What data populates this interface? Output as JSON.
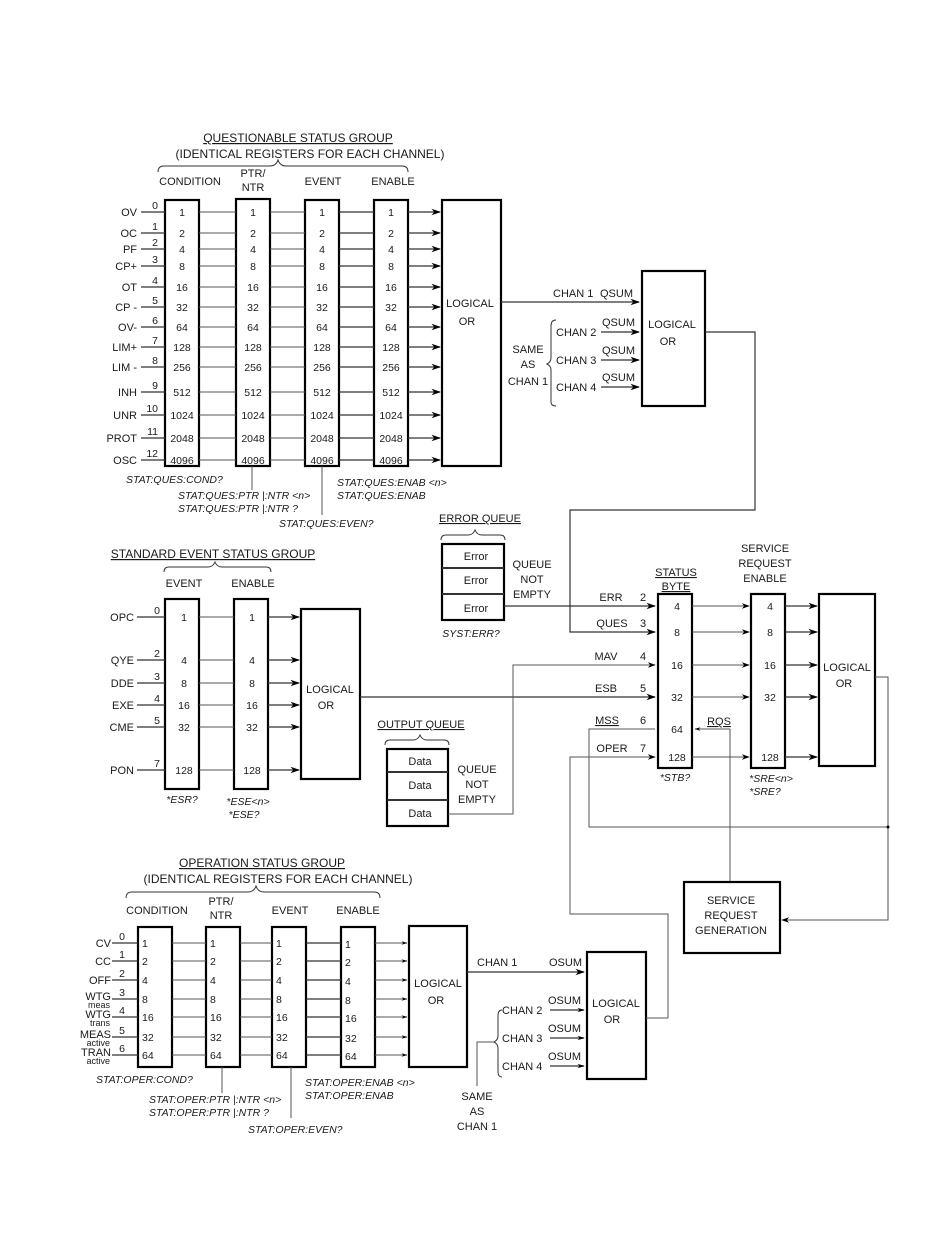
{
  "questionable": {
    "title": "QUESTIONABLE  STATUS GROUP",
    "subtitle": "(IDENTICAL REGISTERS FOR EACH CHANNEL)",
    "columns": [
      "CONDITION",
      "PTR/",
      "NTR",
      "EVENT",
      "ENABLE"
    ],
    "signals": [
      "OV",
      "OC",
      "PF",
      "CP+",
      "OT",
      "CP -",
      "OV-",
      "LIM+",
      "LIM -",
      "INH",
      "UNR",
      "PROT",
      "OSC"
    ],
    "bits": [
      "0",
      "1",
      "2",
      "3",
      "4",
      "5",
      "6",
      "7",
      "8",
      "9",
      "10",
      "11",
      "12"
    ],
    "values": [
      "1",
      "2",
      "4",
      "8",
      "16",
      "32",
      "64",
      "128",
      "256",
      "512",
      "1024",
      "2048",
      "4096"
    ],
    "or_label": [
      "LOGICAL",
      "OR"
    ],
    "cmd_cond": "STAT:QUES:COND?",
    "cmd_ptr_set": "STAT:QUES:PTR |:NTR <n>",
    "cmd_ptr_query": "STAT:QUES:PTR |:NTR ?",
    "cmd_even": "STAT:QUES:EVEN?",
    "cmd_enab_set": "STAT:QUES:ENAB <n>",
    "cmd_enab_query": "STAT:QUES:ENAB",
    "chan1": "CHAN 1",
    "sum": "QSUM",
    "chans": [
      "CHAN 2",
      "CHAN 3",
      "CHAN 4"
    ],
    "same_as": [
      "SAME",
      "AS",
      "CHAN 1"
    ],
    "or2_label": [
      "LOGICAL",
      "OR"
    ]
  },
  "error_queue": {
    "title": "ERROR QUEUE",
    "items": [
      "Error",
      "Error",
      "Error"
    ],
    "status": [
      "QUEUE",
      "NOT",
      "EMPTY"
    ],
    "cmd": "SYST:ERR?"
  },
  "standard_event": {
    "title": "STANDARD EVENT STATUS GROUP",
    "columns": [
      "EVENT",
      "ENABLE"
    ],
    "signals": [
      "OPC",
      "QYE",
      "DDE",
      "EXE",
      "CME",
      "PON"
    ],
    "bits": [
      "0",
      "2",
      "3",
      "4",
      "5",
      "7"
    ],
    "values": [
      "1",
      "4",
      "8",
      "16",
      "32",
      "128"
    ],
    "or_label": [
      "LOGICAL",
      "OR"
    ],
    "cmd_event": "*ESR?",
    "cmd_enable_set": "*ESE<n>",
    "cmd_enable_query": "*ESE?"
  },
  "output_queue": {
    "title": "OUTPUT QUEUE",
    "items": [
      "Data",
      "Data",
      "Data"
    ],
    "status": [
      "QUEUE",
      "NOT",
      "EMPTY"
    ]
  },
  "status_byte": {
    "title": [
      "STATUS",
      "BYTE"
    ],
    "signals": [
      "ERR",
      "QUES",
      "MAV",
      "ESB",
      "MSS",
      "OPER"
    ],
    "bits": [
      "2",
      "3",
      "4",
      "5",
      "6",
      "7"
    ],
    "values": [
      "4",
      "8",
      "16",
      "32",
      "64",
      "128"
    ],
    "rqs": "RQS",
    "cmd": "*STB?"
  },
  "service_request_enable": {
    "title": [
      "SERVICE",
      "REQUEST",
      "ENABLE"
    ],
    "values": [
      "4",
      "8",
      "16",
      "32",
      "128"
    ],
    "or_label": [
      "LOGICAL",
      "OR"
    ],
    "cmd_set": "*SRE<n>",
    "cmd_query": "*SRE?"
  },
  "service_request_generation": {
    "label": [
      "SERVICE",
      "REQUEST",
      "GENERATION"
    ]
  },
  "operation": {
    "title": "OPERATION  STATUS GROUP",
    "subtitle": "(IDENTICAL REGISTERS FOR EACH CHANNEL)",
    "columns": [
      "CONDITION",
      "PTR/",
      "NTR",
      "EVENT",
      "ENABLE"
    ],
    "signals": [
      {
        "main": "CV",
        "sub": ""
      },
      {
        "main": "CC",
        "sub": ""
      },
      {
        "main": "OFF",
        "sub": ""
      },
      {
        "main": "WTG",
        "sub": "meas"
      },
      {
        "main": "WTG",
        "sub": "trans"
      },
      {
        "main": "MEAS",
        "sub": "active"
      },
      {
        "main": "TRAN",
        "sub": "active"
      }
    ],
    "bits": [
      "0",
      "1",
      "2",
      "3",
      "4",
      "5",
      "6"
    ],
    "values": [
      "1",
      "2",
      "4",
      "8",
      "16",
      "32",
      "64"
    ],
    "or_label": [
      "LOGICAL",
      "OR"
    ],
    "cmd_cond": "STAT:OPER:COND?",
    "cmd_ptr_set": "STAT:OPER:PTR |:NTR <n>",
    "cmd_ptr_query": "STAT:OPER:PTR |:NTR ?",
    "cmd_even": "STAT:OPER:EVEN?",
    "cmd_enab_set": "STAT:OPER:ENAB <n>",
    "cmd_enab_query": "STAT:OPER:ENAB",
    "chan1": "CHAN 1",
    "sum": "OSUM",
    "chans": [
      "CHAN 2",
      "CHAN 3",
      "CHAN 4"
    ],
    "same_as": [
      "SAME",
      "AS",
      "CHAN 1"
    ],
    "or2_label": [
      "LOGICAL",
      "OR"
    ]
  }
}
